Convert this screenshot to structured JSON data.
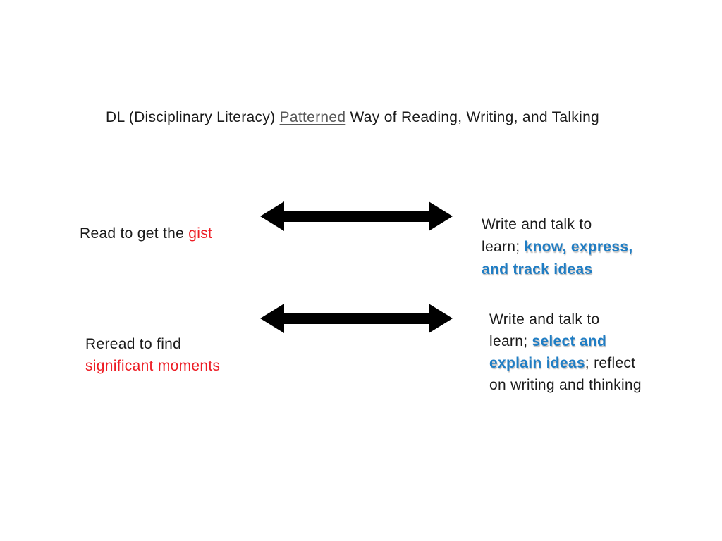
{
  "title": {
    "part1": "DL (Disciplinary Literacy) ",
    "link": "Patterned",
    "part2": " Way of Reading, Writing, and Talking"
  },
  "pairs": [
    {
      "read": {
        "black": "Read to get the ",
        "red": "gist"
      },
      "write": {
        "black_lead": "Write and talk to\nlearn; ",
        "blue": "know, express,\nand track ideas"
      }
    },
    {
      "read": {
        "black": "Reread to find\n",
        "red": "significant moments"
      },
      "write": {
        "black_lead": "Write and talk to\nlearn; ",
        "blue": "select and\nexplain ideas",
        "black_tail": "; reflect\non writing and thinking"
      }
    }
  ],
  "arrows": [
    {
      "name": "double-headed-arrow"
    },
    {
      "name": "double-headed-arrow"
    }
  ],
  "colors": {
    "text": "#1a1a1a",
    "red": "#ed1c24",
    "blue": "#1f7dc4",
    "link_gray": "#595959",
    "arrow_black": "#000000",
    "background": "#ffffff"
  }
}
